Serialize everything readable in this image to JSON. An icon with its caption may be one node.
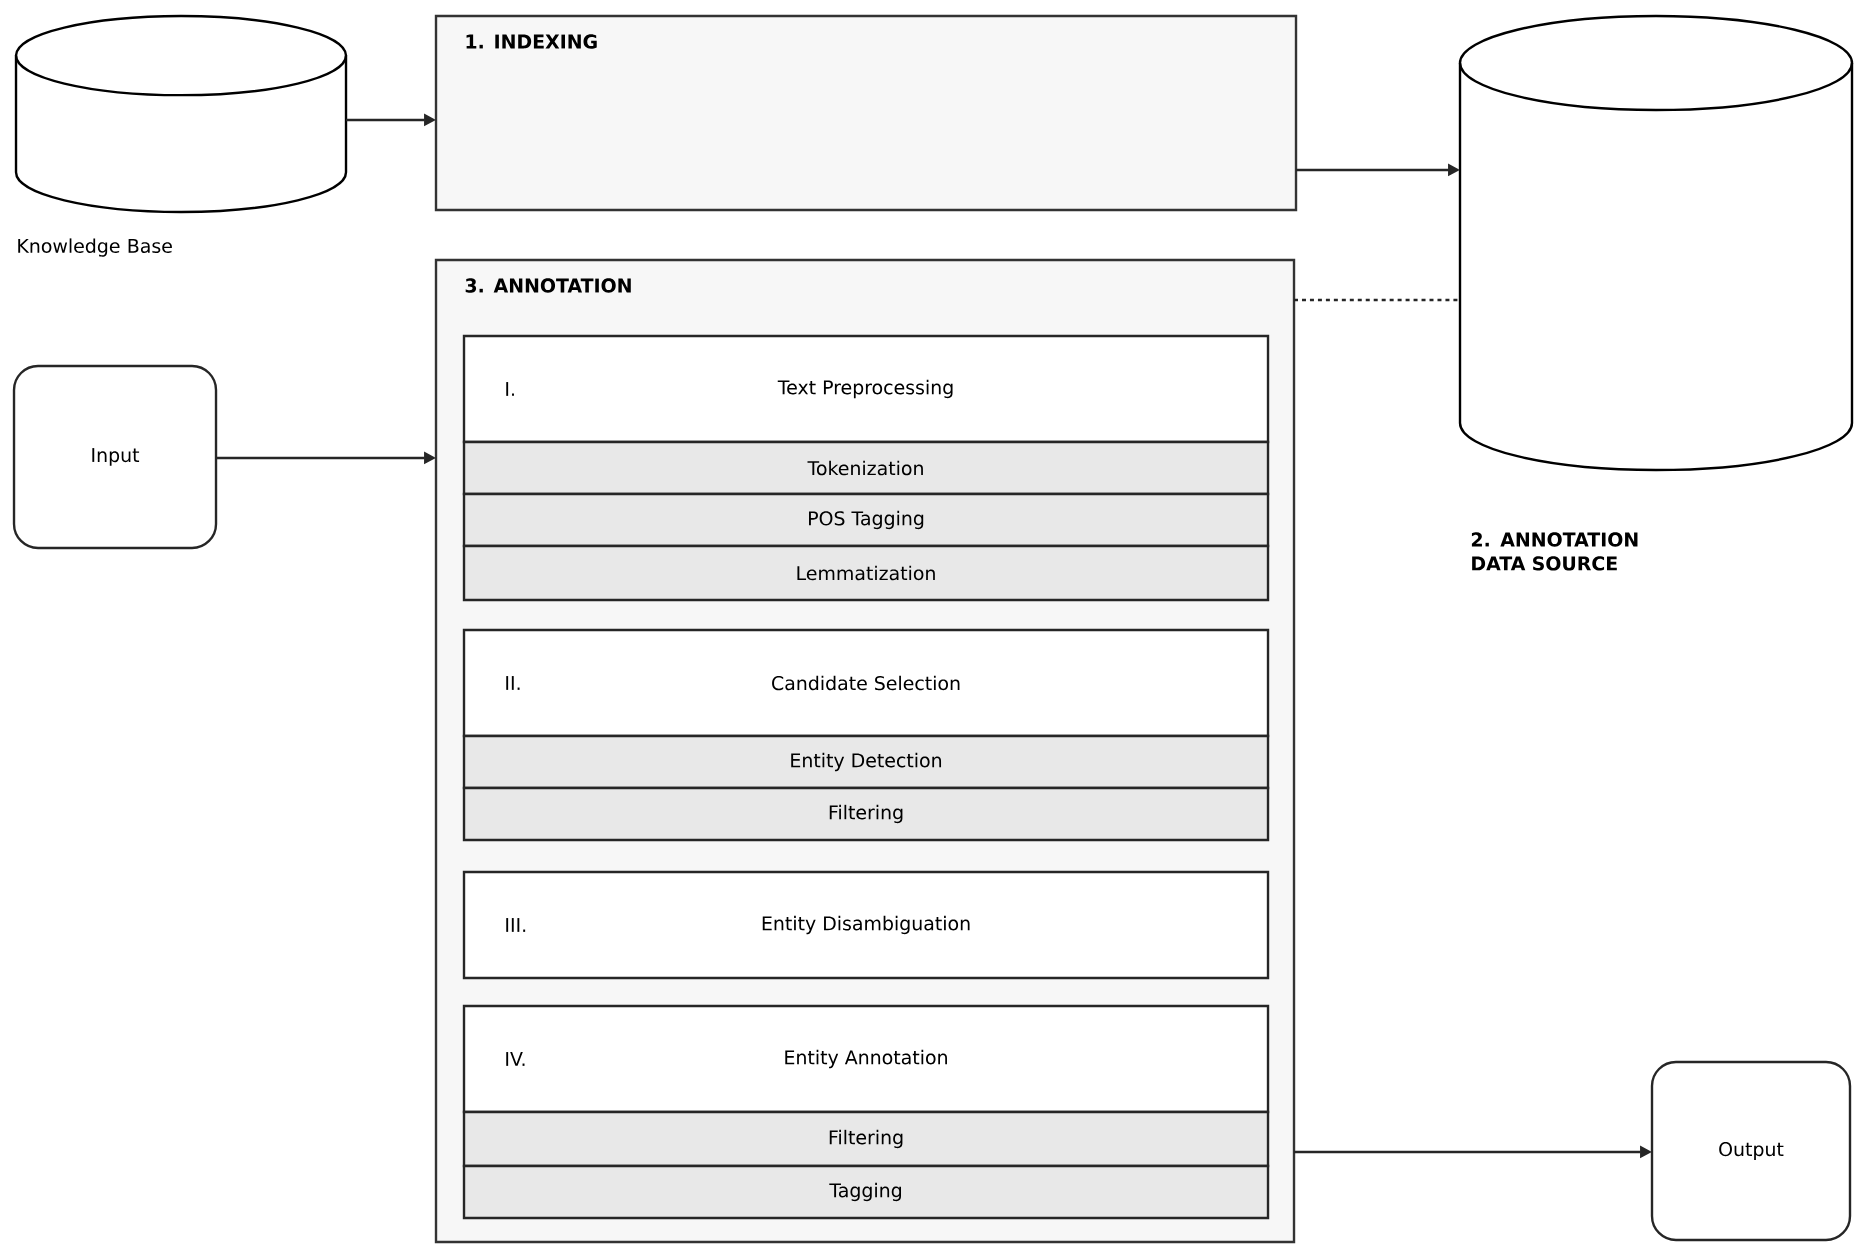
{
  "diagram": {
    "nodes": [
      {
        "text": [
          "Knowledge Base"
        ]
      },
      {
        "text": [
          "1. INDEXING"
        ]
      },
      {
        "text": [
          "2. ANNOTATION DATA SOURCE"
        ]
      },
      {
        "text": [
          "3. ANNOTATION"
        ]
      },
      {
        "text": [
          "Input"
        ]
      },
      {
        "text": [
          "I.",
          "Text Preprocessing"
        ],
        "in": 3
      },
      {
        "text": [
          "Tokenization"
        ],
        "in": 3
      },
      {
        "text": [
          "POS Tagging"
        ],
        "in": 3
      },
      {
        "text": [
          "Lemmatization"
        ],
        "in": 3
      },
      {
        "text": [
          "II.",
          "Candidate Selection"
        ],
        "in": 3
      },
      {
        "text": [
          "Entity Detection"
        ],
        "in": 3
      },
      {
        "text": [
          "Filtering"
        ],
        "in": 3
      },
      {
        "text": [
          "III.",
          "Entity Disambiguation"
        ],
        "in": 3
      },
      {
        "text": [
          "IV.",
          "Entity Annotation"
        ],
        "in": 3
      },
      {
        "text": [
          "Filtering"
        ],
        "in": 3
      },
      {
        "text": [
          "Tagging"
        ],
        "in": 3
      },
      {
        "text": [
          "Output"
        ]
      }
    ],
    "edges": [
      {
        "from": 0,
        "to": 1,
        "arrow": "to"
      },
      {
        "from": 1,
        "to": 2,
        "arrow": "to"
      },
      {
        "from": 3,
        "to": 2,
        "arrow": "none",
        "style": "dashed"
      },
      {
        "from": 4,
        "to": 3,
        "arrow": "to"
      },
      {
        "from": 3,
        "to": 16,
        "arrow": "to"
      }
    ]
  }
}
